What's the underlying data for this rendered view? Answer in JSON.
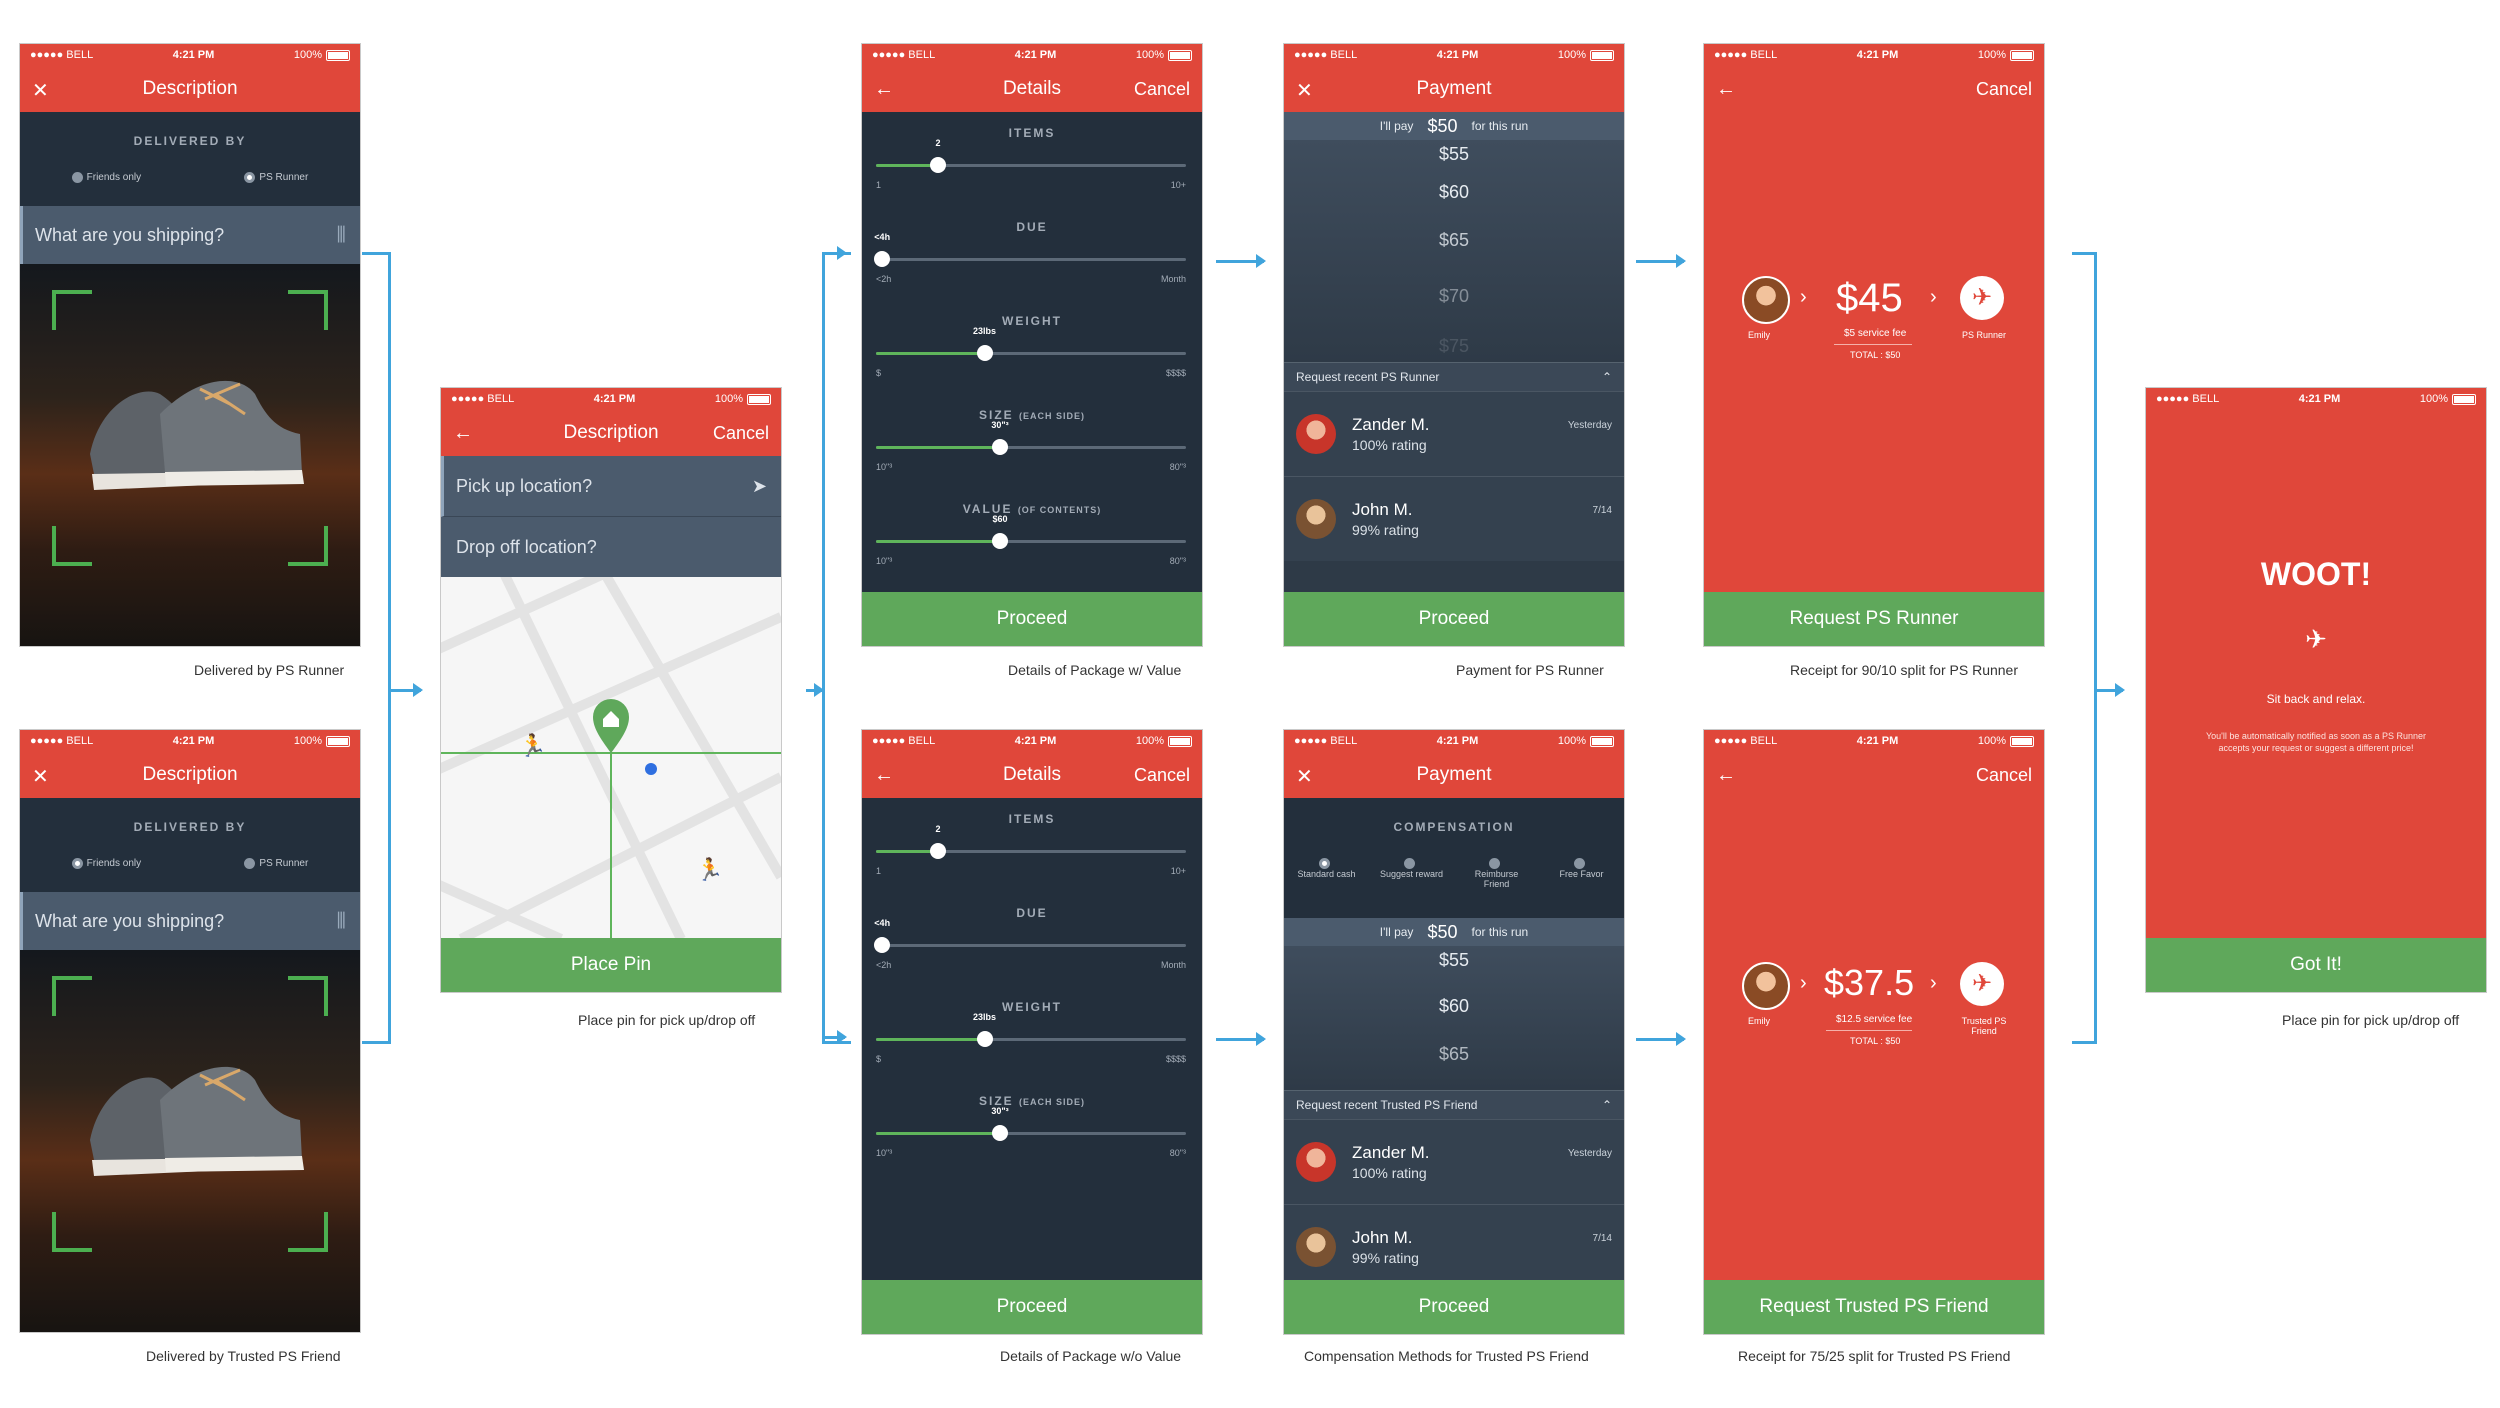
{
  "status": {
    "carrier": "●●●●● BELL",
    "time": "4:21 PM",
    "battery": "100%"
  },
  "colors": {
    "accent_red": "#e0473a",
    "dark_bg": "#232f3c",
    "green": "#5fa85b",
    "arrow_blue": "#40a4dc"
  },
  "s1": {
    "title": "Description",
    "delivered_label": "DELIVERED BY",
    "opt_friends": "Friends only",
    "opt_runner": "PS Runner",
    "placeholder": "What are you shipping?",
    "caption": "Delivered by PS Runner"
  },
  "s2": {
    "title": "Description",
    "delivered_label": "DELIVERED BY",
    "opt_friends": "Friends only",
    "opt_runner": "PS Runner",
    "placeholder": "What are you shipping?",
    "caption": "Delivered by Trusted PS Friend"
  },
  "s3": {
    "title": "Description",
    "cancel": "Cancel",
    "pickup": "Pick up location?",
    "dropoff": "Drop off location?",
    "button": "Place Pin",
    "caption": "Place pin for pick up/drop off"
  },
  "s4": {
    "title": "Details",
    "cancel": "Cancel",
    "items_label": "ITEMS",
    "items_value": "2",
    "items_min": "1",
    "items_max": "10+",
    "items_level": 0.2,
    "due_label": "DUE",
    "due_value": "<4h",
    "due_min": "<2h",
    "due_max": "Month",
    "due_level": 0.02,
    "weight_label": "WEIGHT",
    "weight_value": "23lbs",
    "weight_min": "$",
    "weight_max": "$$$$",
    "weight_level": 0.35,
    "size_label": "SIZE",
    "size_sub": "(EACH SIDE)",
    "size_value": "30\"³",
    "size_min": "10\"³",
    "size_max": "80\"³",
    "size_level": 0.4,
    "value_label": "VALUE",
    "value_sub": "(OF CONTENTS)",
    "value_value": "$60",
    "value_min": "10\"³",
    "value_max": "80\"³",
    "value_level": 0.4,
    "button": "Proceed",
    "caption": "Details of Package w/ Value"
  },
  "s5": {
    "title": "Details",
    "cancel": "Cancel",
    "items_label": "ITEMS",
    "items_value": "2",
    "items_min": "1",
    "items_max": "10+",
    "items_level": 0.2,
    "due_label": "DUE",
    "due_value": "<4h",
    "due_min": "<2h",
    "due_max": "Month",
    "due_level": 0.02,
    "weight_label": "WEIGHT",
    "weight_value": "23lbs",
    "weight_min": "$",
    "weight_max": "$$$$",
    "weight_level": 0.35,
    "size_label": "SIZE",
    "size_sub": "(EACH SIDE)",
    "size_value": "30\"³",
    "size_min": "10\"³",
    "size_max": "80\"³",
    "size_level": 0.4,
    "button": "Proceed",
    "caption": "Details of Package w/o Value"
  },
  "s6": {
    "title": "Payment",
    "pay_prefix": "I'll pay",
    "pay_amount": "$50",
    "pay_suffix": "for this run",
    "amounts": [
      "$55",
      "$60",
      "$65",
      "$70",
      "$75"
    ],
    "recent": "Request recent PS Runner",
    "p1_name": "Zander M.",
    "p1_rating": "100% rating",
    "p1_date": "Yesterday",
    "p2_name": "John M.",
    "p2_rating": "99% rating",
    "p2_date": "7/14",
    "button": "Proceed",
    "caption": "Payment for PS Runner"
  },
  "s7": {
    "title": "Payment",
    "comp_label": "COMPENSATION",
    "comp_options": [
      "Standard cash",
      "Suggest reward",
      "Reimburse Friend",
      "Free Favor"
    ],
    "pay_prefix": "I'll pay",
    "pay_amount": "$50",
    "pay_suffix": "for this run",
    "amounts": [
      "$55",
      "$60",
      "$65"
    ],
    "recent": "Request recent Trusted PS Friend",
    "p1_name": "Zander M.",
    "p1_rating": "100% rating",
    "p1_date": "Yesterday",
    "p2_name": "John M.",
    "p2_rating": "99% rating",
    "p2_date": "7/14",
    "button": "Proceed",
    "caption": "Compensation Methods for Trusted PS Friend"
  },
  "s8": {
    "cancel": "Cancel",
    "sender": "Emily",
    "amount": "$45",
    "fee": "$5 service fee",
    "total": "TOTAL : $50",
    "receiver": "PS Runner",
    "button": "Request PS Runner",
    "caption": "Receipt for 90/10 split for PS Runner"
  },
  "s9": {
    "cancel": "Cancel",
    "sender": "Emily",
    "amount": "$37.5",
    "fee": "$12.5 service fee",
    "total": "TOTAL : $50",
    "receiver": "Trusted PS Friend",
    "button": "Request Trusted PS Friend",
    "caption": "Receipt for 75/25 split for Trusted PS Friend"
  },
  "s10": {
    "headline": "WOOT!",
    "line1": "Sit back and relax.",
    "line2": "You'll be automatically notified as soon as a PS Runner accepts your request or suggest a different price!",
    "button": "Got It!",
    "caption": "Place pin for pick up/drop off"
  }
}
